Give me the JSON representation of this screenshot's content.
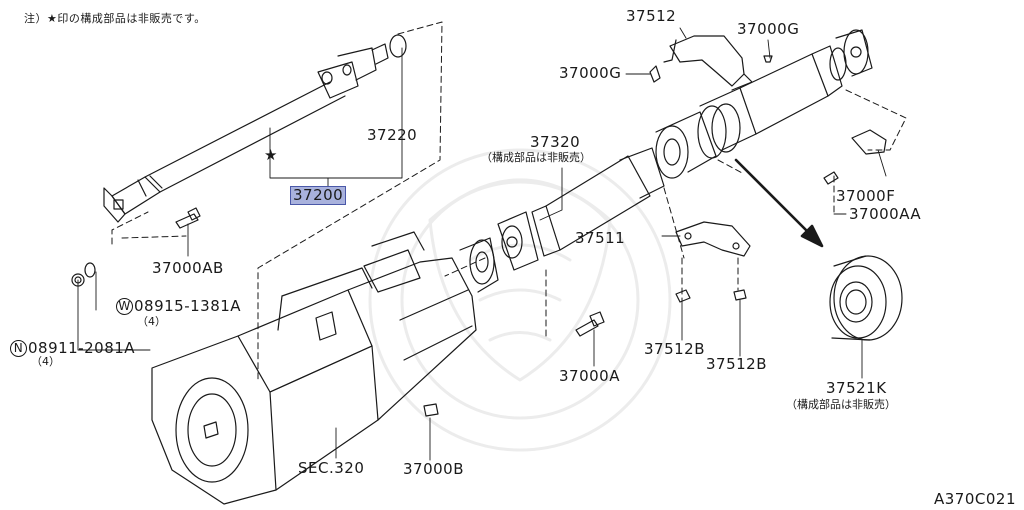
{
  "note": "注）★印の構成部品は非販売です。",
  "figure_id": "A370C021",
  "callouts": {
    "p37512": "37512",
    "p37000G_top": "37000G",
    "p37000G_left": "37000G",
    "p37220": "37220",
    "p37200": "37200",
    "p37320": "37320",
    "p37320_sub": "（構成部品は非販売）",
    "p37000F": "37000F",
    "p37000AA": "37000AA",
    "p37000AB": "37000AB",
    "p37511": "37511",
    "p08915": "08915-1381A",
    "p08915_qty": "（4）",
    "p08915_prefix": "W",
    "p08911": "08911-2081A",
    "p08911_qty": "（4）",
    "p08911_prefix": "N",
    "p37512B_1": "37512B",
    "p37512B_2": "37512B",
    "p37000A": "37000A",
    "p37521K": "37521K",
    "p37521K_sub": "（構成部品は非販売）",
    "sec320": "SEC.320",
    "p37000B": "37000B"
  },
  "star_mark": "★"
}
